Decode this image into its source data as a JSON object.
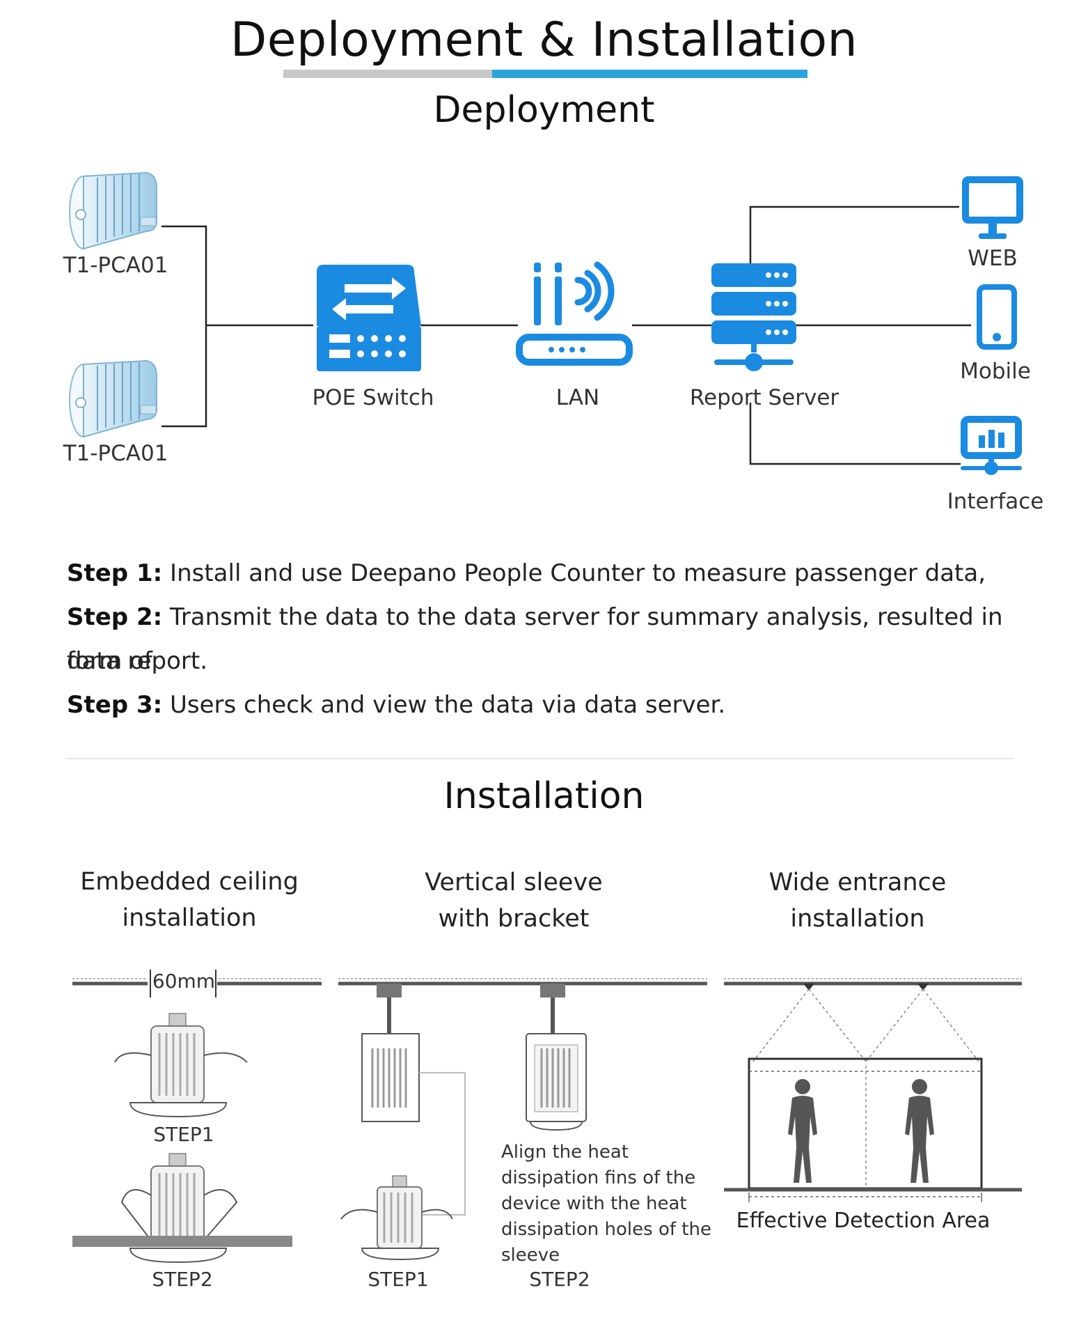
{
  "header": {
    "title": "Deployment & Installation"
  },
  "deployment": {
    "title": "Deployment",
    "nodes": {
      "device_top": "T1-PCA01",
      "device_bottom": "T1-PCA01",
      "poe_switch": "POE Switch",
      "lan": "LAN",
      "report_server": "Report Server",
      "web": "WEB",
      "mobile": "Mobile",
      "interface": "Interface"
    },
    "accent_color": "#1a8be0"
  },
  "steps": [
    {
      "label": "Step 1:",
      "text": " Install and use Deepano People Counter to measure passenger data,"
    },
    {
      "label": "Step 2:",
      "text": " Transmit the data to the data server for summary analysis, resulted in form of"
    },
    {
      "label": "",
      "text": "data report."
    },
    {
      "label": "Step 3:",
      "text": " Users check and view the data via data server."
    }
  ],
  "installation": {
    "title": "Installation",
    "methods": [
      {
        "line1": "Embedded ceiling",
        "line2": "installation"
      },
      {
        "line1": "Vertical sleeve",
        "line2": "with bracket"
      },
      {
        "line1": "Wide entrance",
        "line2": "installation"
      }
    ],
    "dimension": "60mm",
    "labels": {
      "embedded_step1": "STEP1",
      "embedded_step2": "STEP2",
      "sleeve_step1": "STEP1",
      "sleeve_step2": "STEP2"
    },
    "align_note": "Align the heat dissipation fins of the device with the heat dissipation holes of the sleeve",
    "detection_area": "Effective Detection Area"
  }
}
